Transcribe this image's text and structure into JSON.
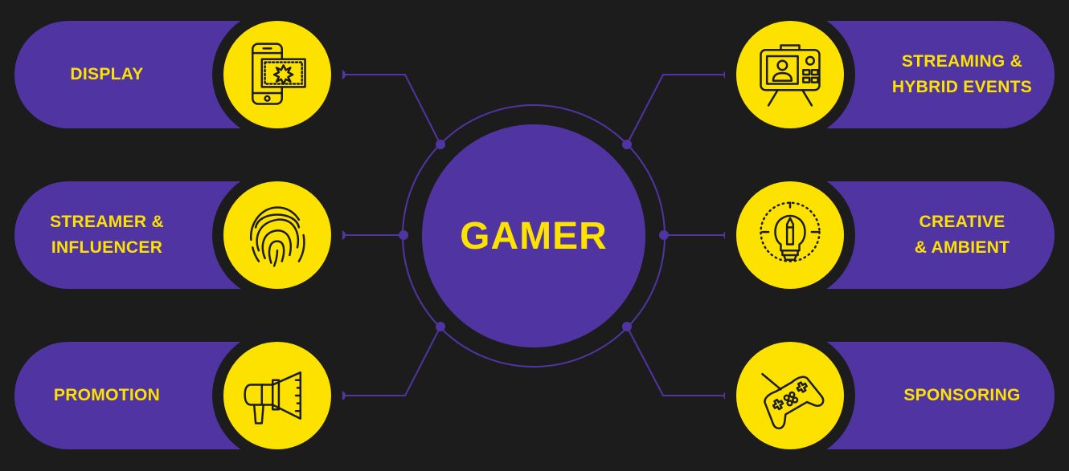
{
  "center": {
    "label": "GAMER"
  },
  "colors": {
    "background": "#1c1c1c",
    "accent": "#5035a2",
    "highlight": "#fde200"
  },
  "nodes": [
    {
      "label": "DISPLAY",
      "icon": "smartphone-banner-icon"
    },
    {
      "label": "STREAMER &\nINFLUENCER",
      "icon": "fingerprint-icon"
    },
    {
      "label": "PROMOTION",
      "icon": "megaphone-icon"
    },
    {
      "label": "STREAMING &\nHYBRID EVENTS",
      "icon": "camera-monitor-icon"
    },
    {
      "label": "CREATIVE\n& AMBIENT",
      "icon": "lightbulb-pencil-icon"
    },
    {
      "label": "SPONSORING",
      "icon": "gamepad-icon"
    }
  ]
}
